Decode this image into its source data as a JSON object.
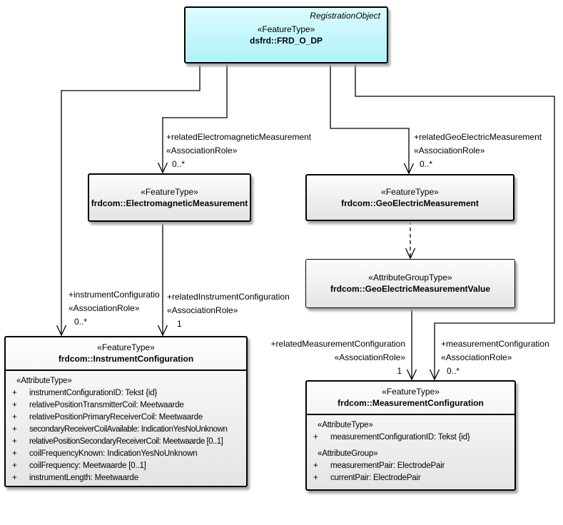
{
  "colors": {
    "registration_fill_top": "#dcfcff",
    "registration_fill_bottom": "#b3f1f8",
    "feature_fill_top": "#fdfdfd",
    "feature_fill_bottom": "#e4e4e4",
    "border": "#000000",
    "shadow": "#a8a8a8",
    "background": "#ffffff"
  },
  "classes": {
    "frd_o_dp": {
      "tagline": "RegistrationObject",
      "stereotype": "«FeatureType»",
      "name": "dsfrd::FRD_O_DP"
    },
    "electromagnetic_measurement": {
      "stereotype": "«FeatureType»",
      "name": "frdcom::ElectromagneticMeasurement"
    },
    "geoelectric_measurement": {
      "stereotype": "«FeatureType»",
      "name": "frdcom::GeoElectricMeasurement"
    },
    "geoelectric_measurement_value": {
      "stereotype": "«AttributeGroupType»",
      "name": "frdcom::GeoElectricMeasurementValue"
    },
    "instrument_configuration": {
      "stereotype": "«FeatureType»",
      "name": "frdcom::InstrumentConfiguration",
      "attr_vis": "+",
      "section_header": "«AttributeType»",
      "attributes": [
        "instrumentConfigurationID: Tekst {id}",
        "relativePositionTransmitterCoil: Meetwaarde",
        "relativePositionPrimaryReceiverCoil: Meetwaarde",
        "secondaryReceiverCoilAvailable: IndicationYesNoUnknown",
        "relativePositionSecondaryReceiverCoil: Meetwaarde [0..1]",
        "coilFrequencyKnown: IndicationYesNoUnknown",
        "coilFrequency: Meetwaarde [0..1]",
        "instrumentLength: Meetwaarde"
      ]
    },
    "measurement_configuration": {
      "stereotype": "«FeatureType»",
      "name": "frdcom::MeasurementConfiguration",
      "attr_vis": "+",
      "section1_header": "«AttributeType»",
      "section1_attributes": [
        "measurementConfigurationID: Tekst {id}"
      ],
      "section2_header": "«AttributeGroup»",
      "section2_attributes": [
        "measurementPair: ElectrodePair",
        "currentPair: ElectrodePair"
      ]
    }
  },
  "associations": {
    "instrument_configuration": {
      "name": "+instrumentConfiguratio",
      "stereotype": "«AssociationRole»",
      "multiplicity": "0..*"
    },
    "related_instrument_configuration": {
      "name": "+relatedInstrumentConfiguration",
      "stereotype": "«AssociationRole»",
      "multiplicity": "1"
    },
    "related_electromagnetic_measurement": {
      "name": "+relatedElectromagneticMeasurement",
      "stereotype": "«AssociationRole»",
      "multiplicity": "0..*"
    },
    "related_geoelectric_measurement": {
      "name": "+relatedGeoElectricMeasurement",
      "stereotype": "«AssociationRole»",
      "multiplicity": "0..*"
    },
    "related_measurement_configuration": {
      "name": "+relatedMeasurementConfiguration",
      "stereotype": "«AssociationRole»",
      "multiplicity": "1"
    },
    "measurement_configuration": {
      "name": "+measurementConfiguration",
      "stereotype": "«AssociationRole»",
      "multiplicity": "0..*"
    }
  }
}
